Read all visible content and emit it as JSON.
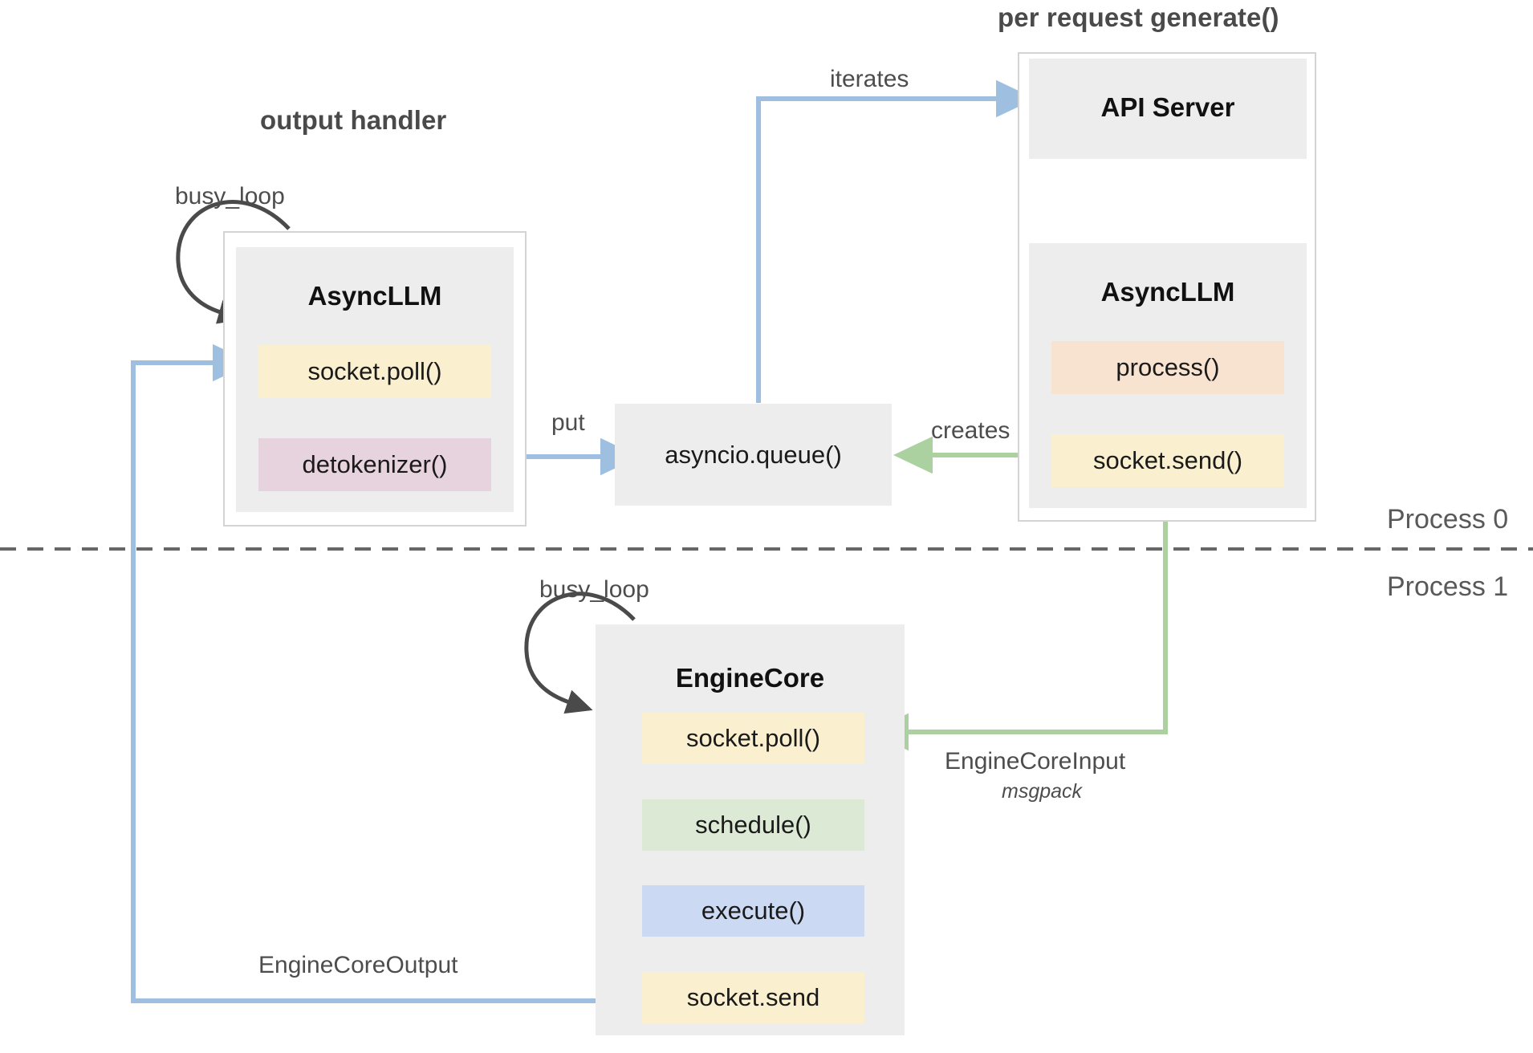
{
  "diagram": {
    "title_output_handler": "output handler",
    "title_per_request": "per request generate()",
    "process_0": "Process 0",
    "process_1": "Process 1"
  },
  "output_handler": {
    "busy_loop_label": "busy_loop",
    "component_title": "AsyncLLM",
    "slots": [
      {
        "label": "socket.poll()",
        "color": "#faf0cf"
      },
      {
        "label": "detokenizer()",
        "color": "#e7d3dd"
      }
    ]
  },
  "per_request": {
    "api_server_title": "API Server",
    "async_llm_title": "AsyncLLM",
    "slots": [
      {
        "label": "process()",
        "color": "#f8e2d0"
      },
      {
        "label": "socket.send()",
        "color": "#faf0cf"
      }
    ]
  },
  "queue": {
    "label": "asyncio.queue()"
  },
  "engine_core": {
    "busy_loop_label": "busy_loop",
    "component_title": "EngineCore",
    "slots": [
      {
        "label": "socket.poll()",
        "color": "#faf0cf"
      },
      {
        "label": "schedule()",
        "color": "#dce9d5"
      },
      {
        "label": "execute()",
        "color": "#cbd9f2"
      },
      {
        "label": "socket.send",
        "color": "#faf0cf"
      }
    ]
  },
  "edges": [
    {
      "name": "iterates",
      "label": "iterates",
      "color": "#9fbfe0"
    },
    {
      "name": "put",
      "label": "put",
      "color": "#9fbfe0"
    },
    {
      "name": "creates",
      "label": "creates",
      "color": "#abd1a0"
    },
    {
      "name": "engine-core-input",
      "label": "EngineCoreInput",
      "sublabel": "msgpack",
      "color": "#abd1a0"
    },
    {
      "name": "engine-core-output",
      "label": "EngineCoreOutput",
      "color": "#9fbfe0"
    }
  ],
  "colors": {
    "blue_arrow": "#9fbfe0",
    "green_arrow": "#abd1a0",
    "dark_arrow": "#4a4a4a",
    "box_gray": "#ededed",
    "frame_border": "#d4d4d4",
    "divider": "#666666"
  }
}
